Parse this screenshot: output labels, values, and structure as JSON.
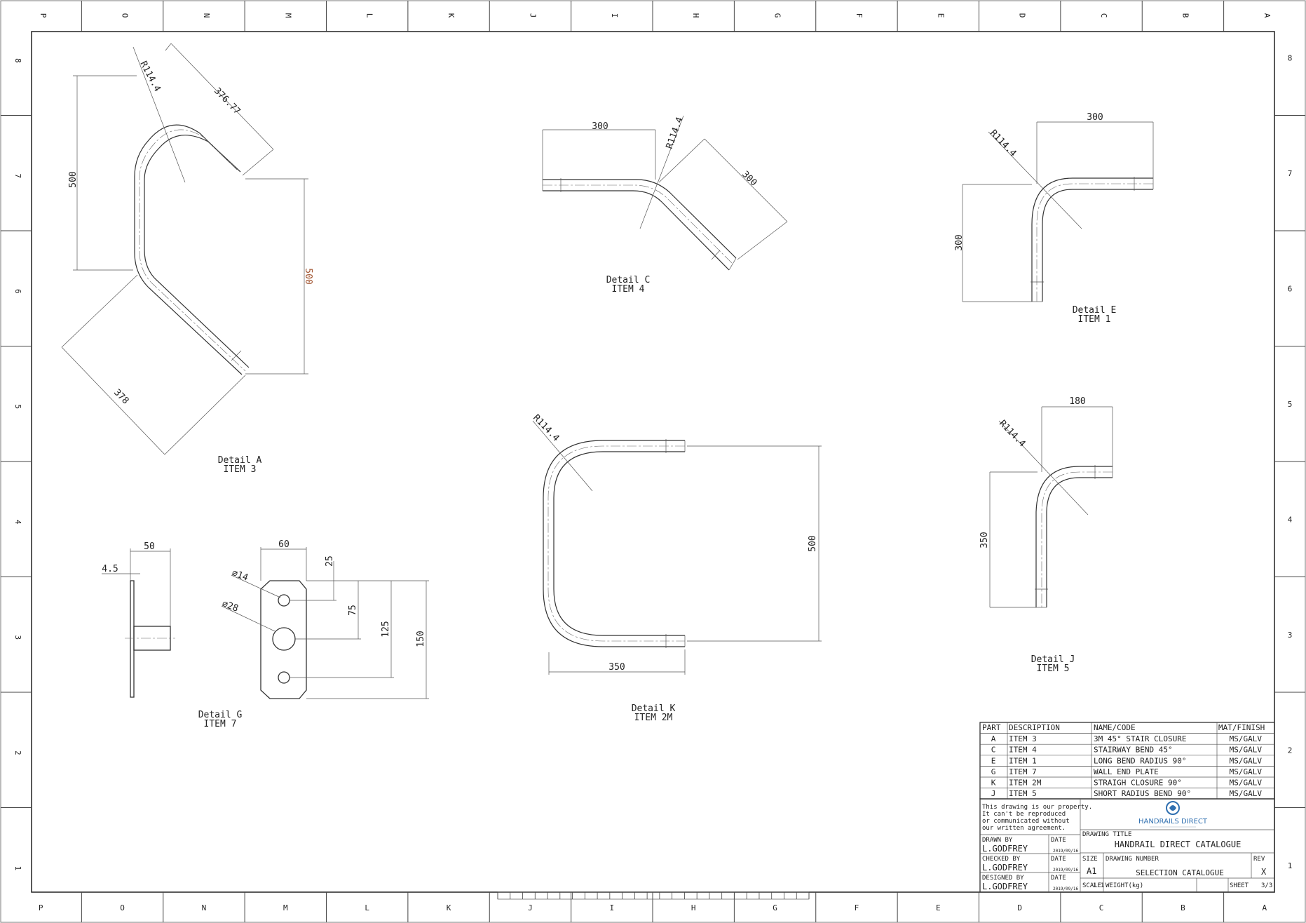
{
  "zones": {
    "columns": [
      "P",
      "O",
      "N",
      "M",
      "L",
      "K",
      "J",
      "I",
      "H",
      "G",
      "F",
      "E",
      "D",
      "C",
      "B",
      "A"
    ],
    "rows": [
      "8",
      "7",
      "6",
      "5",
      "4",
      "3",
      "2",
      "1"
    ]
  },
  "details": {
    "a": {
      "title": "Detail A",
      "item": "ITEM 3",
      "dims": [
        "R114.4",
        "376.77",
        "500",
        "500",
        "378"
      ]
    },
    "c": {
      "title": "Detail C",
      "item": "ITEM 4",
      "dims": [
        "300",
        "R114.4",
        "300"
      ]
    },
    "e": {
      "title": "Detail E",
      "item": "ITEM 1",
      "dims": [
        "300",
        "R114.4",
        "300"
      ]
    },
    "j": {
      "title": "Detail J",
      "item": "ITEM 5",
      "dims": [
        "180",
        "R114.4",
        "350"
      ]
    },
    "k": {
      "title": "Detail K",
      "item": "ITEM 2M",
      "dims": [
        "R114.4",
        "500",
        "350"
      ]
    },
    "g": {
      "title": "Detail G",
      "item": "ITEM 7",
      "dims": [
        "4.5",
        "50",
        "60",
        "25",
        "∅14",
        "∅28",
        "75",
        "125",
        "150"
      ]
    }
  },
  "parts_table": {
    "headers": [
      "PART",
      "DESCRIPTION",
      "NAME/CODE",
      "MAT/FINISH"
    ],
    "rows": [
      [
        "A",
        "ITEM 3",
        "3M 45° STAIR CLOSURE",
        "MS/GALV"
      ],
      [
        "C",
        "ITEM 4",
        "STAIRWAY BEND 45°",
        "MS/GALV"
      ],
      [
        "E",
        "ITEM 1",
        "LONG BEND RADIUS 90°",
        "MS/GALV"
      ],
      [
        "G",
        "ITEM 7",
        "WALL END PLATE",
        "MS/GALV"
      ],
      [
        "K",
        "ITEM 2M",
        "STRAIGH CLOSURE 90°",
        "MS/GALV"
      ],
      [
        "J",
        "ITEM 5",
        "SHORT RADIUS BEND 90°",
        "MS/GALV"
      ]
    ]
  },
  "title_block": {
    "notice": [
      "This drawing is our property.",
      "It can't be reproduced",
      "or communicated without",
      "our written agreement."
    ],
    "logo_text": "HANDRAILS DIRECT",
    "drawn_by_label": "DRAWN BY",
    "drawn_by": "L.GODFREY",
    "checked_by_label": "CHECKED BY",
    "checked_by": "L.GODFREY",
    "designed_by_label": "DESIGNED BY",
    "designed_by": "L.GODFREY",
    "date_label": "DATE",
    "date_drawn": "2019/09/16",
    "date_checked": "2019/09/16",
    "date_designed": "2019/09/16",
    "drawing_title_label": "DRAWING TITLE",
    "drawing_title": "HANDRAIL DIRECT CATALOGUE",
    "size_label": "SIZE",
    "size": "A1",
    "drawing_number_label": "DRAWING NUMBER",
    "drawing_number": "SELECTION CATALOGUE",
    "rev_label": "REV",
    "rev": "X",
    "scale_label": "SCALE",
    "scale": "1:1",
    "weight_label": "WEIGHT(kg)",
    "sheet_label": "SHEET",
    "sheet": "3/3"
  },
  "colors": {
    "line": "#333333",
    "accent_dim": "#a0522d"
  }
}
